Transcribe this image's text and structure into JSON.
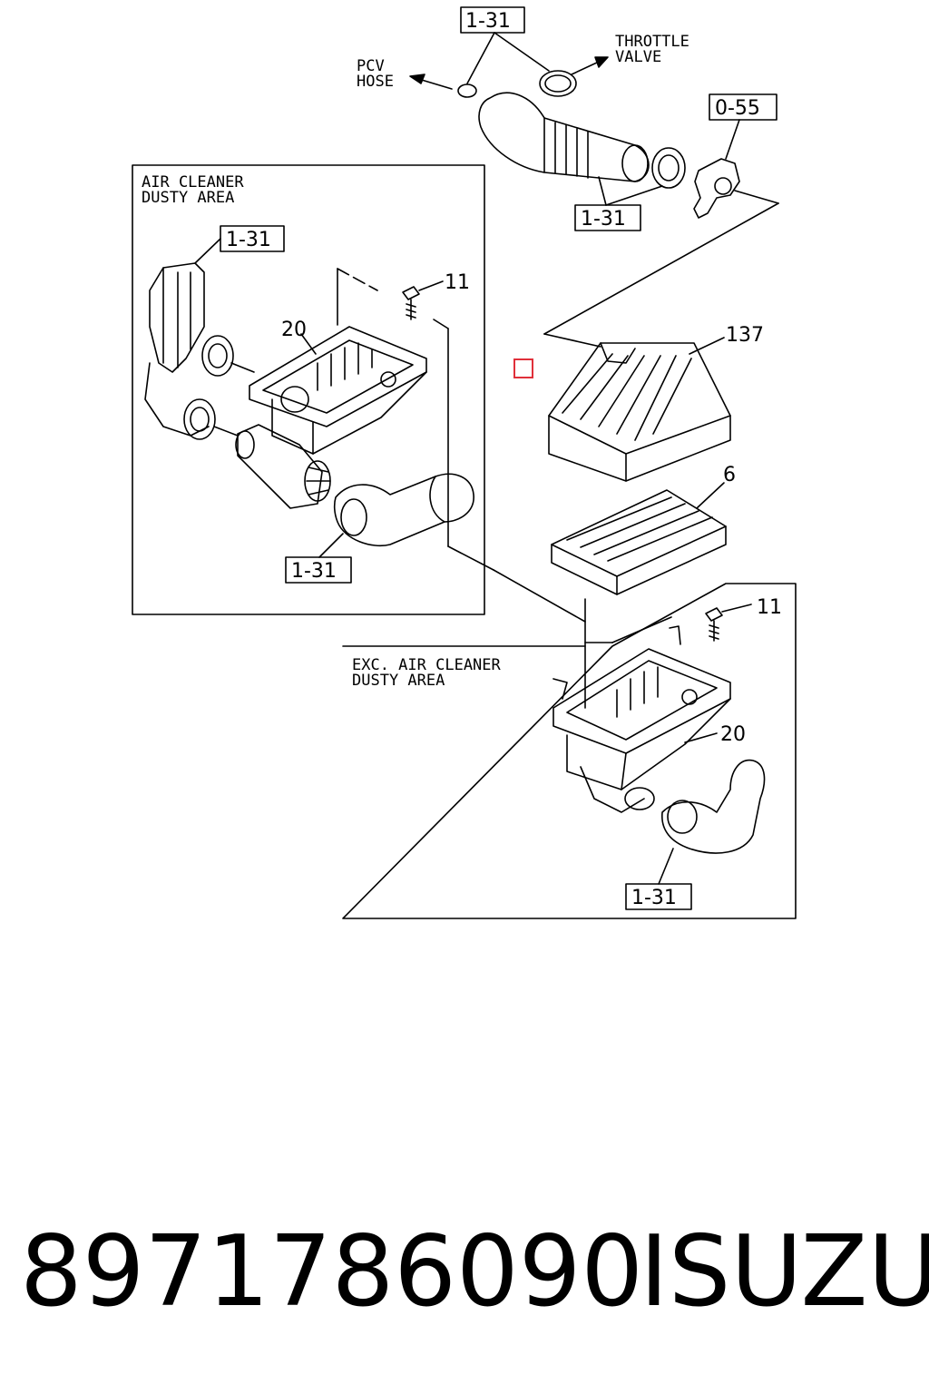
{
  "diagram": {
    "refs": {
      "top": "1-31",
      "sensor": "0-55",
      "duct": "1-31",
      "left_inlet": "1-31",
      "left_hose": "1-31",
      "right_hose": "1-31"
    },
    "labels": {
      "pcv_line1": "PCV",
      "pcv_line2": "HOSE",
      "throttle_line1": "THROTTLE",
      "throttle_line2": "VALVE",
      "dusty_title_line1": "AIR CLEANER",
      "dusty_title_line2": "DUSTY AREA",
      "exc_title_line1": "EXC. AIR CLEANER",
      "exc_title_line2": "DUSTY AREA"
    },
    "part_numbers": {
      "bolt_left": "11",
      "case_left": "20",
      "cover": "137",
      "filter": "6",
      "bolt_right": "11",
      "case_right": "20"
    },
    "highlight_color": "#e0303a"
  },
  "footer": {
    "part_number": "8971786090",
    "brand": "ISUZU"
  }
}
